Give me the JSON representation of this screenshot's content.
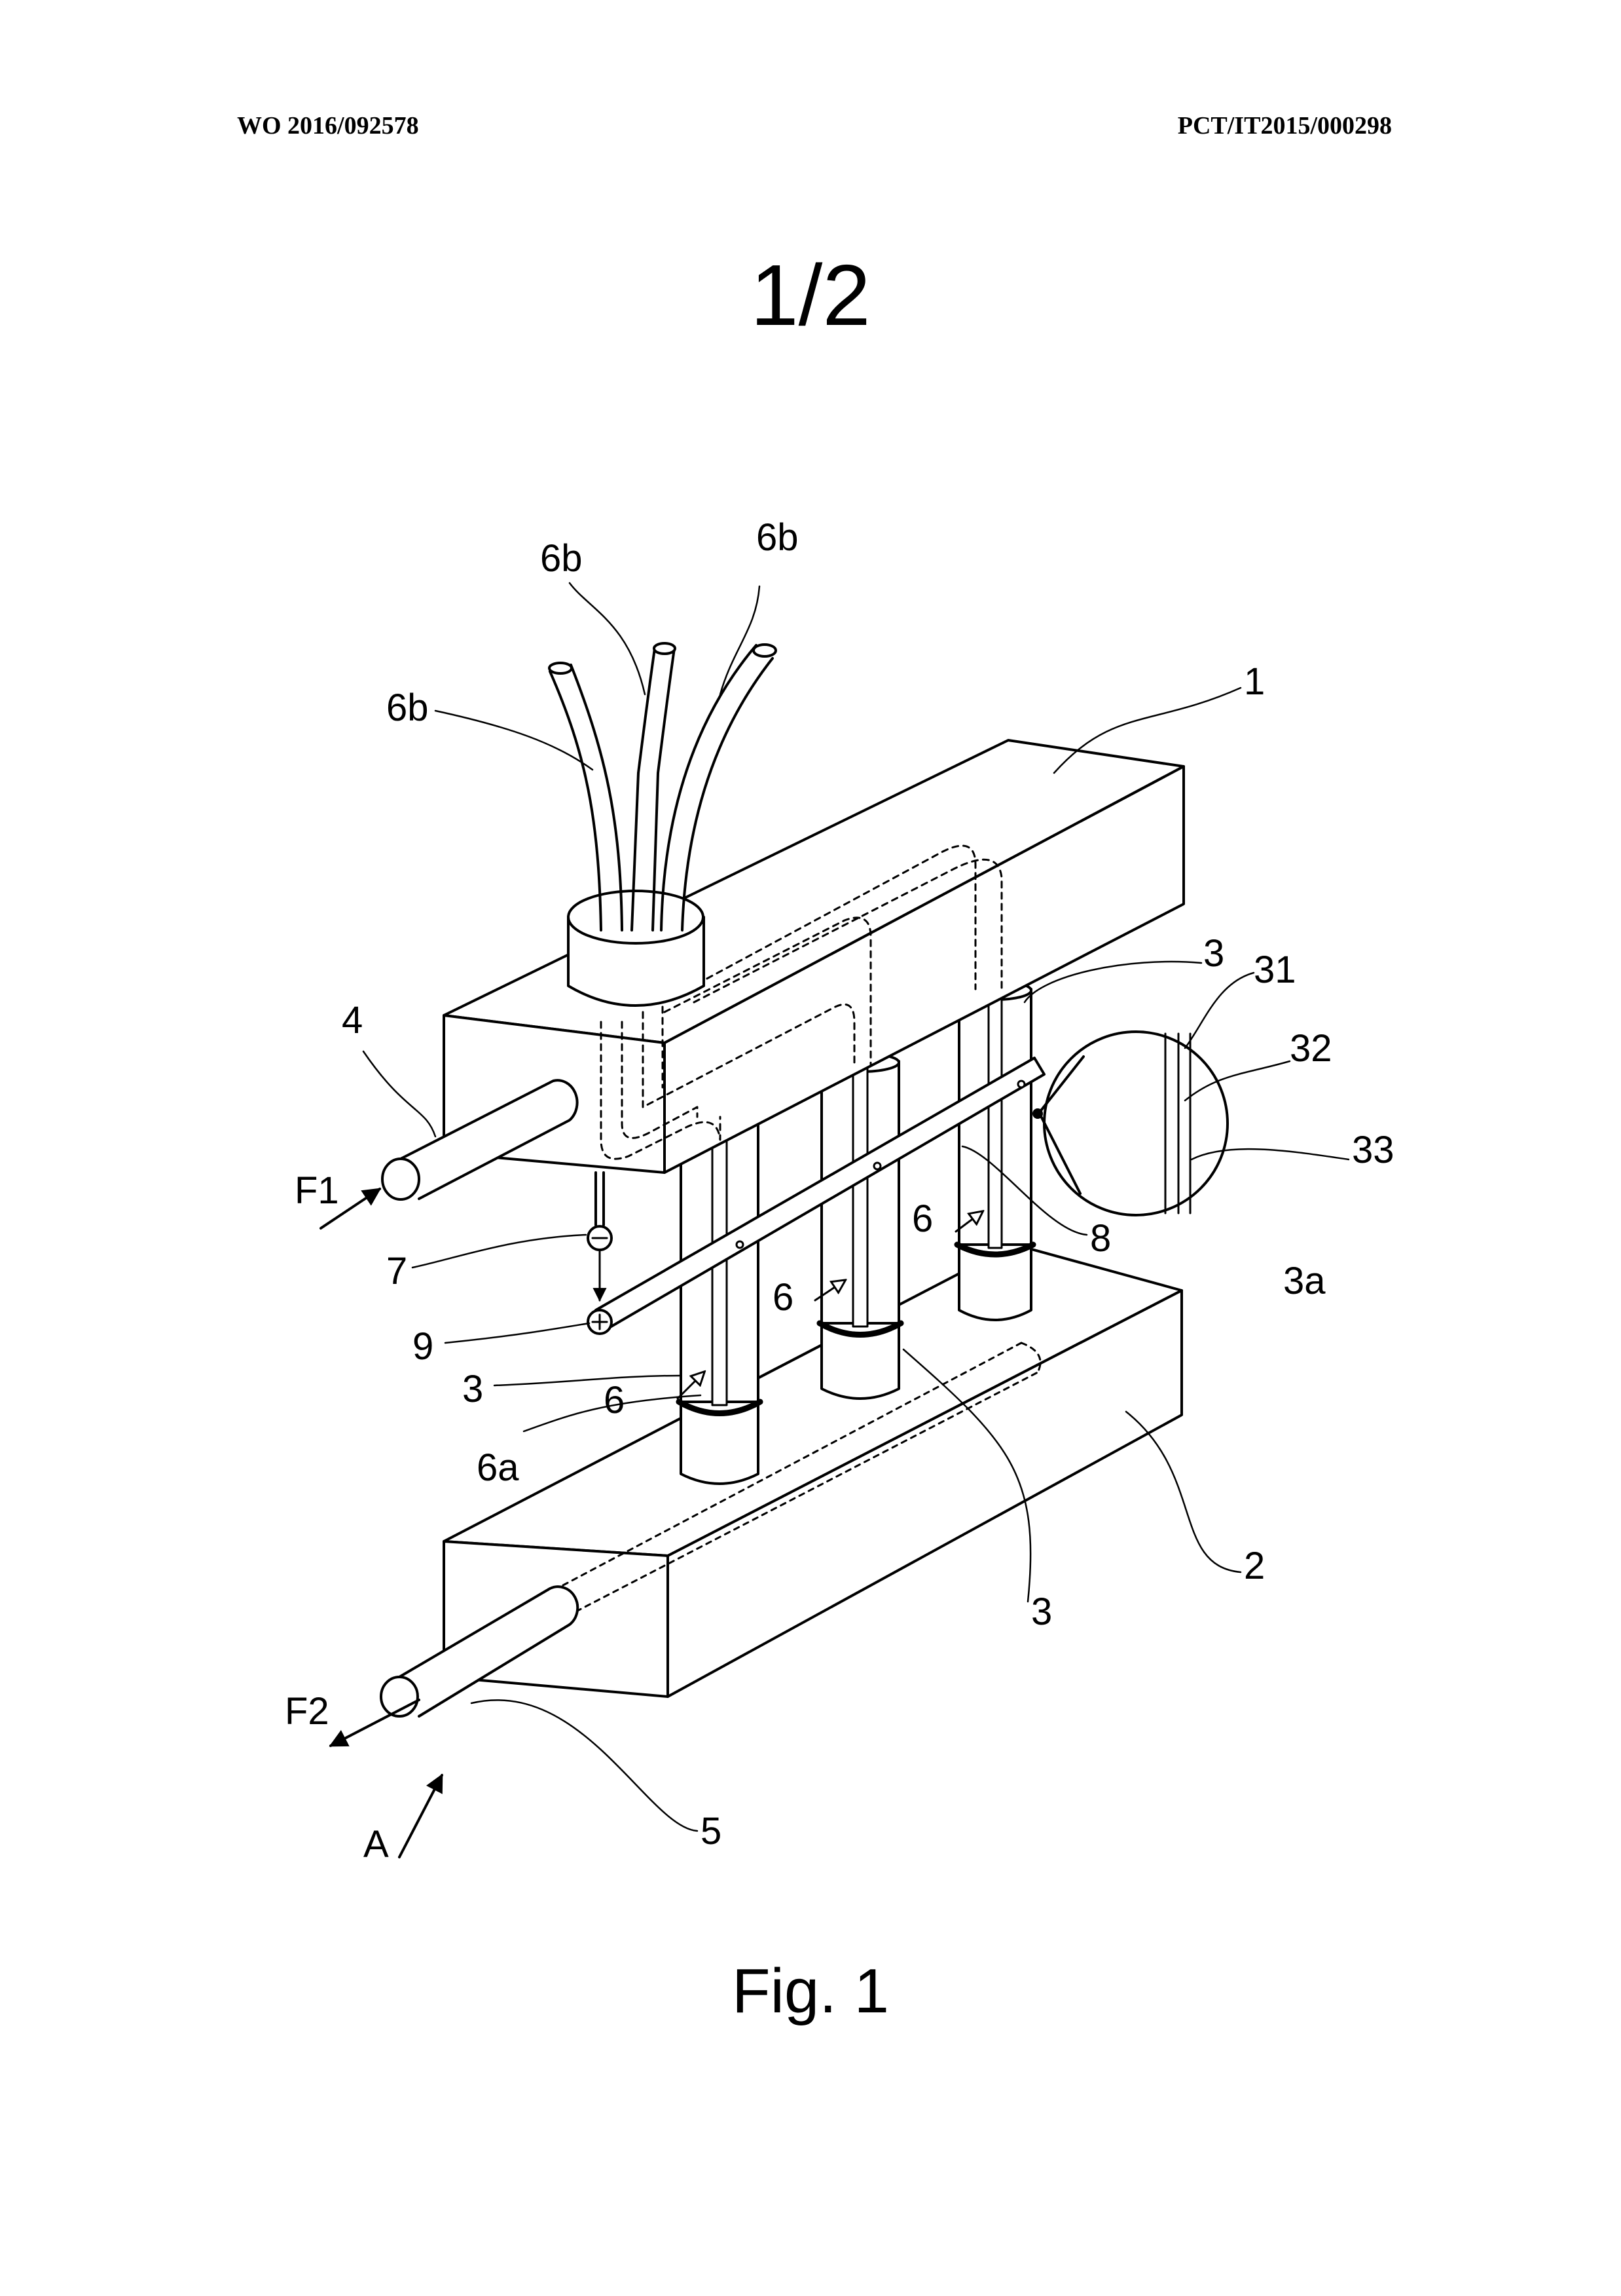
{
  "header": {
    "publication_number": "WO 2016/092578",
    "application_number": "PCT/IT2015/000298"
  },
  "sheet_number": "1/2",
  "figure_caption": "Fig. 1",
  "labels": {
    "tube_left": "6b",
    "tube_middle": "6b",
    "tube_right": "6b",
    "upper_block": "1",
    "column_back": "3",
    "inlet_pipe": "4",
    "flow_in": "F1",
    "detail_31": "31",
    "detail_32": "32",
    "detail_33": "33",
    "detail_ref": "3a",
    "element_7": "7",
    "element_8": "8",
    "element_9": "9",
    "rod_right": "6",
    "rod_middle": "6",
    "rod_left": "6",
    "rod_tip": "6a",
    "column_front": "3",
    "column_middle": "3",
    "lower_block": "2",
    "flow_out": "F2",
    "outlet_pipe": "5",
    "view_direction": "A"
  }
}
